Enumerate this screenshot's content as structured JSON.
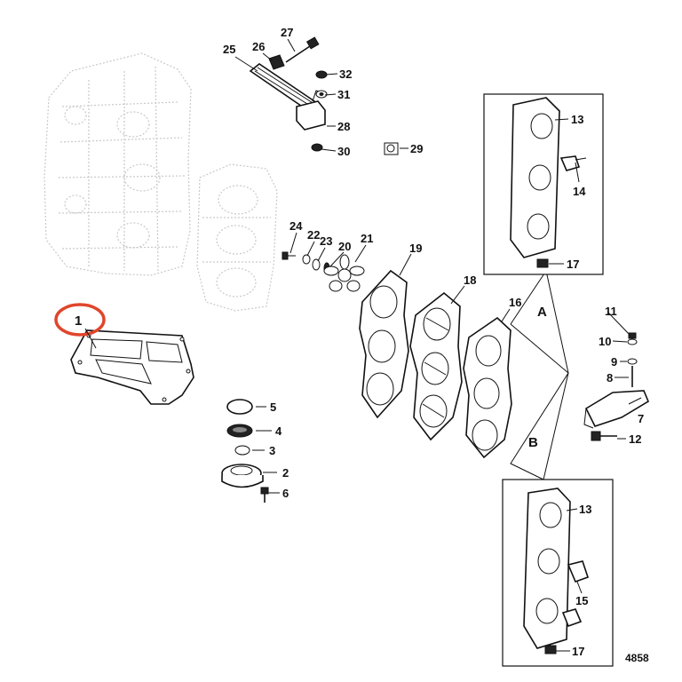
{
  "diagram": {
    "drawing_number": "4858",
    "view_labels": {
      "a": "A",
      "b": "B"
    },
    "highlight_color": "#e0452b",
    "callouts": [
      {
        "id": "c1",
        "text": "1"
      },
      {
        "id": "c2",
        "text": "2"
      },
      {
        "id": "c3",
        "text": "3"
      },
      {
        "id": "c4",
        "text": "4"
      },
      {
        "id": "c5",
        "text": "5"
      },
      {
        "id": "c6",
        "text": "6"
      },
      {
        "id": "c7",
        "text": "7"
      },
      {
        "id": "c8",
        "text": "8"
      },
      {
        "id": "c9",
        "text": "9"
      },
      {
        "id": "c10",
        "text": "10"
      },
      {
        "id": "c11",
        "text": "11"
      },
      {
        "id": "c12",
        "text": "12"
      },
      {
        "id": "c13a",
        "text": "13"
      },
      {
        "id": "c13b",
        "text": "13"
      },
      {
        "id": "c14",
        "text": "14"
      },
      {
        "id": "c15",
        "text": "15"
      },
      {
        "id": "c16",
        "text": "16"
      },
      {
        "id": "c17a",
        "text": "17"
      },
      {
        "id": "c17b",
        "text": "17"
      },
      {
        "id": "c18",
        "text": "18"
      },
      {
        "id": "c19",
        "text": "19"
      },
      {
        "id": "c20",
        "text": "20"
      },
      {
        "id": "c21",
        "text": "21"
      },
      {
        "id": "c22",
        "text": "22"
      },
      {
        "id": "c23",
        "text": "23"
      },
      {
        "id": "c24",
        "text": "24"
      },
      {
        "id": "c25",
        "text": "25"
      },
      {
        "id": "c26",
        "text": "26"
      },
      {
        "id": "c27",
        "text": "27"
      },
      {
        "id": "c28",
        "text": "28"
      },
      {
        "id": "c29",
        "text": "29"
      },
      {
        "id": "c30",
        "text": "30"
      },
      {
        "id": "c31",
        "text": "31"
      },
      {
        "id": "c32",
        "text": "32"
      }
    ]
  }
}
